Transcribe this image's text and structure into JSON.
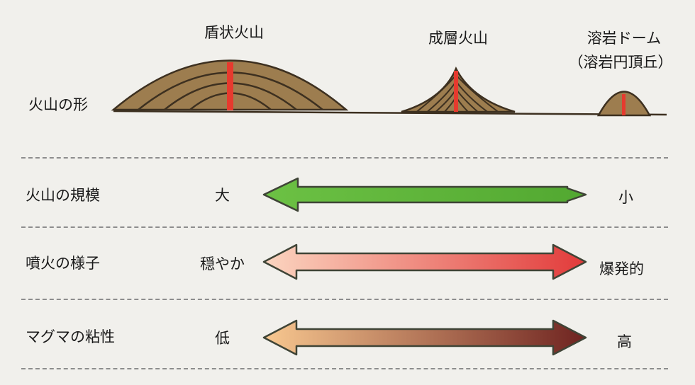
{
  "volcano_types": {
    "shield": "盾状火山",
    "strato": "成層火山",
    "dome": "溶岩ドーム",
    "dome_alt": "（溶岩円頂丘）"
  },
  "rows": [
    {
      "label": "火山の形"
    },
    {
      "label": "火山の規模",
      "left": "大",
      "right": "小",
      "arrow_colors": [
        "#6cc144",
        "#52a831"
      ]
    },
    {
      "label": "噴火の様子",
      "left": "穏やか",
      "right": "爆発的",
      "arrow_colors": [
        "#fbd5c0",
        "#e23a3a"
      ]
    },
    {
      "label": "マグマの粘性",
      "left": "低",
      "right": "高",
      "arrow_colors": [
        "#f8c890",
        "#6e2320"
      ]
    }
  ],
  "colors": {
    "volcano_fill": "#9d7d4f",
    "volcano_line": "#3d3020",
    "vent": "#e63a2e",
    "ground": "#3d3020"
  }
}
